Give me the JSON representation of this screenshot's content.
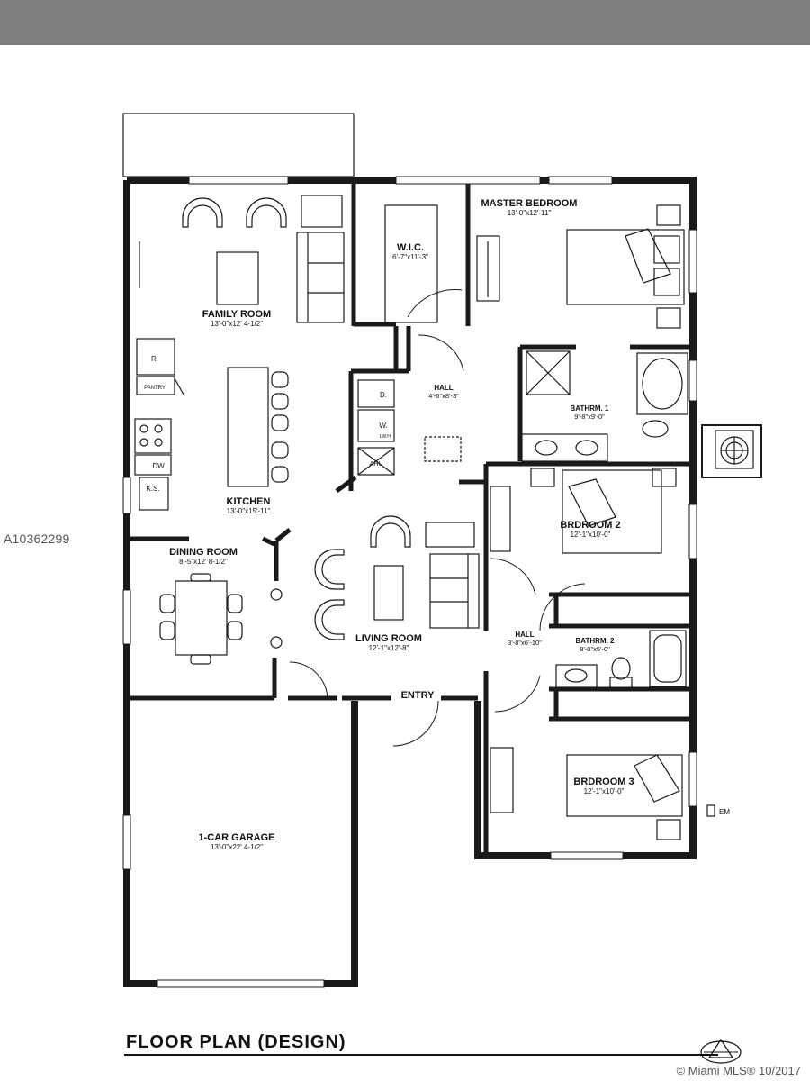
{
  "listing_id": "A10362299",
  "copyright": "© Miami MLS® 10/2017",
  "plan_title": "FLOOR PLAN (DESIGN)",
  "rooms": {
    "family_room": {
      "name": "FAMILY ROOM",
      "dims": "13'-0\"x12' 4-1/2\""
    },
    "kitchen": {
      "name": "KITCHEN",
      "dims": "13'-0\"x15'-11\""
    },
    "dining_room": {
      "name": "DINING ROOM",
      "dims": "8'-5\"x12' 8-1/2\""
    },
    "living_room": {
      "name": "LIVING ROOM",
      "dims": "12'-1\"x12'-8\""
    },
    "garage": {
      "name": "1-CAR GARAGE",
      "dims": "13'-0\"x22' 4-1/2\""
    },
    "wic": {
      "name": "W.I.C.",
      "dims": "6'-7\"x11'-3\""
    },
    "master_bedroom": {
      "name": "MASTER BEDROOM",
      "dims": "13'-0\"x12'-11\""
    },
    "hall_1": {
      "name": "HALL",
      "dims": "4'-6\"x8'-3\""
    },
    "bath_1": {
      "name": "BATHRM. 1",
      "dims": "9'-8\"x9'-0\""
    },
    "bedroom_2": {
      "name": "BRDROOM 2",
      "dims": "12'-1\"x10'-0\""
    },
    "hall_2": {
      "name": "HALL",
      "dims": "3'-8\"x6'-10\""
    },
    "bath_2": {
      "name": "BATHRM. 2",
      "dims": "8'-0\"x5'-0\""
    },
    "bedroom_3": {
      "name": "BRDROOM 3",
      "dims": "12'-1\"x10'-0\""
    }
  },
  "labels": {
    "entry": "ENTRY",
    "refrigerator": "R.",
    "pantry": "PANTRY",
    "dishwasher": "DW",
    "kitchen_sink": "K.S.",
    "dryer": "D.",
    "washer": "W.",
    "water_heater": "LW.H",
    "ahu": "AHU",
    "em": "EM"
  },
  "colors": {
    "wall": "#1a1a1a",
    "header_bar": "#7d7d7d"
  }
}
